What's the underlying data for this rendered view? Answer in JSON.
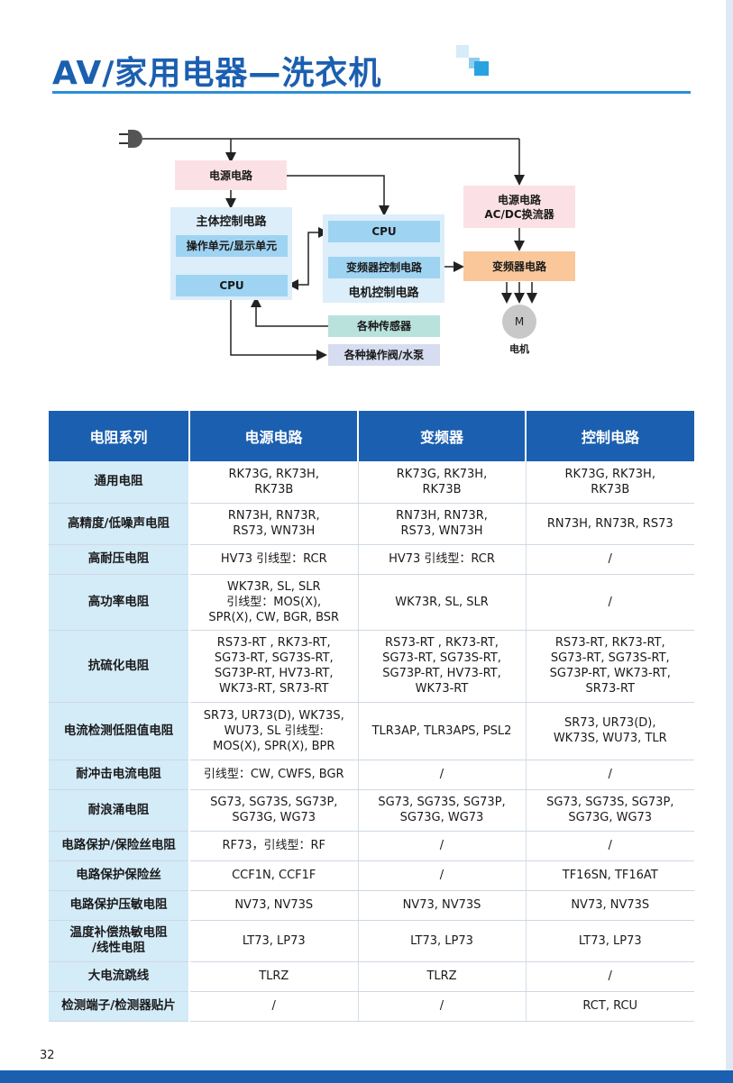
{
  "header": {
    "title": "AV/家用电器—洗衣机"
  },
  "diagram": {
    "power_circuit_left": "电源电路",
    "main_control": "主体控制电路",
    "operation_unit": "操作单元/显示单元",
    "cpu_left": "CPU",
    "cpu_right": "CPU",
    "inverter_control": "变频器控制电路",
    "motor_control": "电机控制电路",
    "power_circuit_right_line1": "电源电路",
    "power_circuit_right_line2": "AC/DC换流器",
    "inverter_circuit": "变频器电路",
    "motor_symbol": "M",
    "motor_label": "电机",
    "sensors": "各种传感器",
    "valves_pump": "各种操作阀/水泵"
  },
  "table": {
    "headers": [
      "电阻系列",
      "电源电路",
      "变频器",
      "控制电路"
    ],
    "rows": [
      [
        "通用电阻",
        "RK73G, RK73H,\nRK73B",
        "RK73G, RK73H,\nRK73B",
        "RK73G, RK73H,\nRK73B"
      ],
      [
        "高精度/低噪声电阻",
        "RN73H, RN73R,\nRS73, WN73H",
        "RN73H, RN73R,\nRS73, WN73H",
        "RN73H, RN73R, RS73"
      ],
      [
        "高耐压电阻",
        "HV73  引线型：RCR",
        "HV73  引线型：RCR",
        "/"
      ],
      [
        "高功率电阻",
        "WK73R, SL, SLR\n引线型：MOS(X),\nSPR(X), CW, BGR, BSR",
        "WK73R, SL, SLR",
        "/"
      ],
      [
        "抗硫化电阻",
        "RS73-RT , RK73-RT,\nSG73-RT, SG73S-RT,\nSG73P-RT, HV73-RT,\nWK73-RT, SR73-RT",
        "RS73-RT , RK73-RT,\nSG73-RT, SG73S-RT,\nSG73P-RT, HV73-RT,\nWK73-RT",
        "RS73-RT, RK73-RT,\nSG73-RT, SG73S-RT,\nSG73P-RT, WK73-RT,\nSR73-RT"
      ],
      [
        "电流检测低阻值电阻",
        "SR73, UR73(D), WK73S,\nWU73, SL  引线型:\nMOS(X), SPR(X), BPR",
        "TLR3AP, TLR3APS, PSL2",
        "SR73, UR73(D),\nWK73S, WU73, TLR"
      ],
      [
        "耐冲击电流电阻",
        "引线型：CW, CWFS, BGR",
        "/",
        "/"
      ],
      [
        "耐浪涌电阻",
        "SG73, SG73S, SG73P,\nSG73G, WG73",
        "SG73, SG73S, SG73P,\nSG73G, WG73",
        "SG73, SG73S, SG73P,\nSG73G, WG73"
      ],
      [
        "电路保护/保险丝电阻",
        "RF73，引线型：RF",
        "/",
        "/"
      ],
      [
        "电路保护保险丝",
        "CCF1N, CCF1F",
        "/",
        "TF16SN, TF16AT"
      ],
      [
        "电路保护压敏电阻",
        "NV73, NV73S",
        "NV73, NV73S",
        "NV73, NV73S"
      ],
      [
        "温度补偿热敏电阻\n/线性电阻",
        "LT73, LP73",
        "LT73, LP73",
        "LT73, LP73"
      ],
      [
        "大电流跳线",
        "TLRZ",
        "TLRZ",
        "/"
      ],
      [
        "检测端子/检测器贴片",
        "/",
        "/",
        "RCT, RCU"
      ]
    ]
  },
  "footer": {
    "page_number": "32"
  }
}
